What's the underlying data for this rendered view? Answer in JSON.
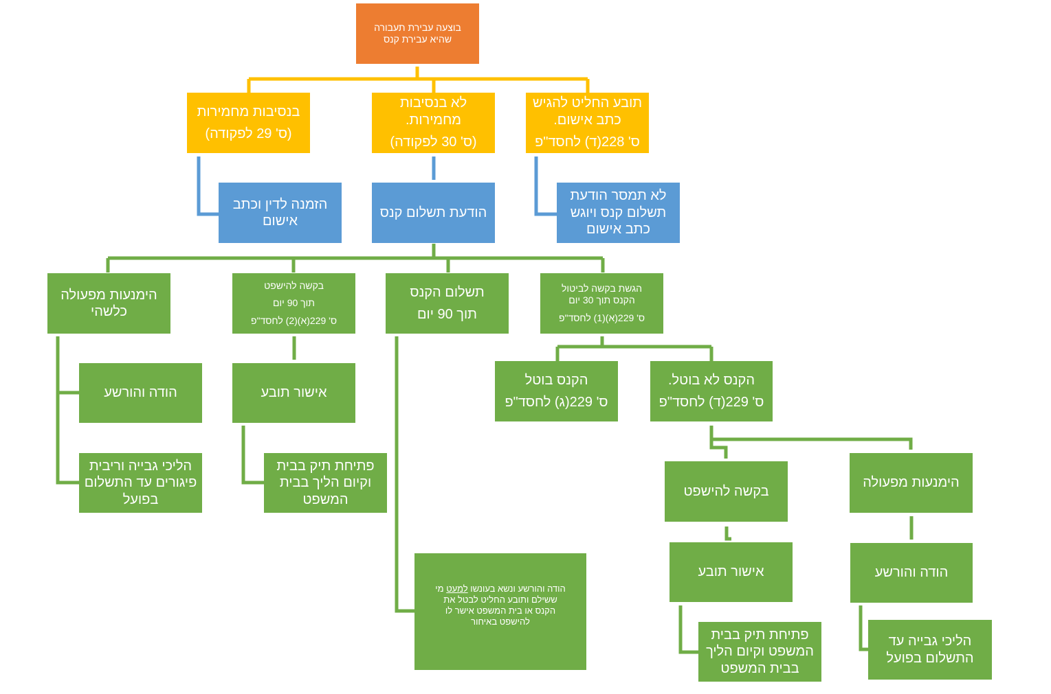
{
  "colors": {
    "root": "#ed7d31",
    "level1": "#ffc000",
    "level2": "#5b9bd5",
    "level3": "#70ad47",
    "connector_yellow": "#ffc000",
    "connector_blue": "#5b9bd5",
    "connector_green": "#70ad47"
  },
  "root": {
    "line1": "בוצעה עבירת תעבורה",
    "line2": "שהיא  עבירת קנס"
  },
  "level1": {
    "aggravated": {
      "line1": "בנסיבות מחמירות",
      "line2": "(ס' 29 לפקודה)"
    },
    "non_aggravated": {
      "line1": "לא בנסיבות",
      "line2": "מחמירות.",
      "line3": "(ס' 30 לפקודה)"
    },
    "prosecutor": {
      "line1": "תובע החליט להגיש",
      "line2": "כתב אישום.",
      "line3": "ס' 228(ד) לחסד\"פ"
    }
  },
  "level2": {
    "summons": {
      "line1": "הזמנה לדין וכתב",
      "line2": "אישום"
    },
    "fine_notice": {
      "line1": "הודעת תשלום קנס"
    },
    "no_notice": {
      "line1": "לא תמסר הודעת",
      "line2": "תשלום קנס ויוגש",
      "line3": "כתב אישום"
    }
  },
  "level3": {
    "abstain": {
      "line1": "הימנעות מפעולה",
      "line2": "כלשהי"
    },
    "trial_request": {
      "line1": "בקשה להישפט",
      "line2": "תוך 90 יום",
      "line3": "ס' 229(א)(2) לחסד\"פ"
    },
    "pay": {
      "line1": "תשלום הקנס",
      "line2": "תוך 90 יום"
    },
    "cancel_request": {
      "line1": "הגשת בקשה לביטול",
      "line2": "הקנס תוך 30 יום",
      "line3": "ס' 229(א)(1) לחסד\"פ"
    }
  },
  "level4": {
    "convicted_left": {
      "line1": "הודה והורשע"
    },
    "collection_interest": {
      "line1": "הליכי גבייה וריבית",
      "line2": "פיגורים עד התשלום",
      "line3": "בפועל"
    },
    "prosecutor_approval_left": {
      "line1": "אישור תובע"
    },
    "open_file_left": {
      "line1": "פתיחת תיק בבית",
      "line2": "וקיום הליך בבית",
      "line3": "המשפט"
    },
    "paid_result": {
      "part1": "הודה והורשע ונשא בעונשו ",
      "underlined": "למעט",
      "part2": " מי",
      "line2": "ששילם ותובע החליט לבטל את",
      "line3": "הקנס או בית המשפט אישר לו",
      "line4": "להישפט באיחור"
    },
    "fine_cancelled": {
      "line1": "הקנס בוטל",
      "line2": "ס' 229(ג) לחסד\"פ"
    },
    "fine_not_cancelled": {
      "line1": "הקנס לא בוטל.",
      "line2": "ס' 229(ד) לחסד\"פ"
    }
  },
  "level5": {
    "trial_request_right": {
      "line1": "בקשה להישפט"
    },
    "abstain_right": {
      "line1": "הימנעות מפעולה"
    },
    "prosecutor_approval_right": {
      "line1": "אישור תובע"
    },
    "convicted_right": {
      "line1": "הודה והורשע"
    },
    "open_file_right": {
      "line1": "פתיחת תיק בבית",
      "line2": "המשפט וקיום הליך",
      "line3": "בבית המשפט"
    },
    "collection_right": {
      "line1": "הליכי גבייה עד",
      "line2": "התשלום בפועל"
    }
  }
}
